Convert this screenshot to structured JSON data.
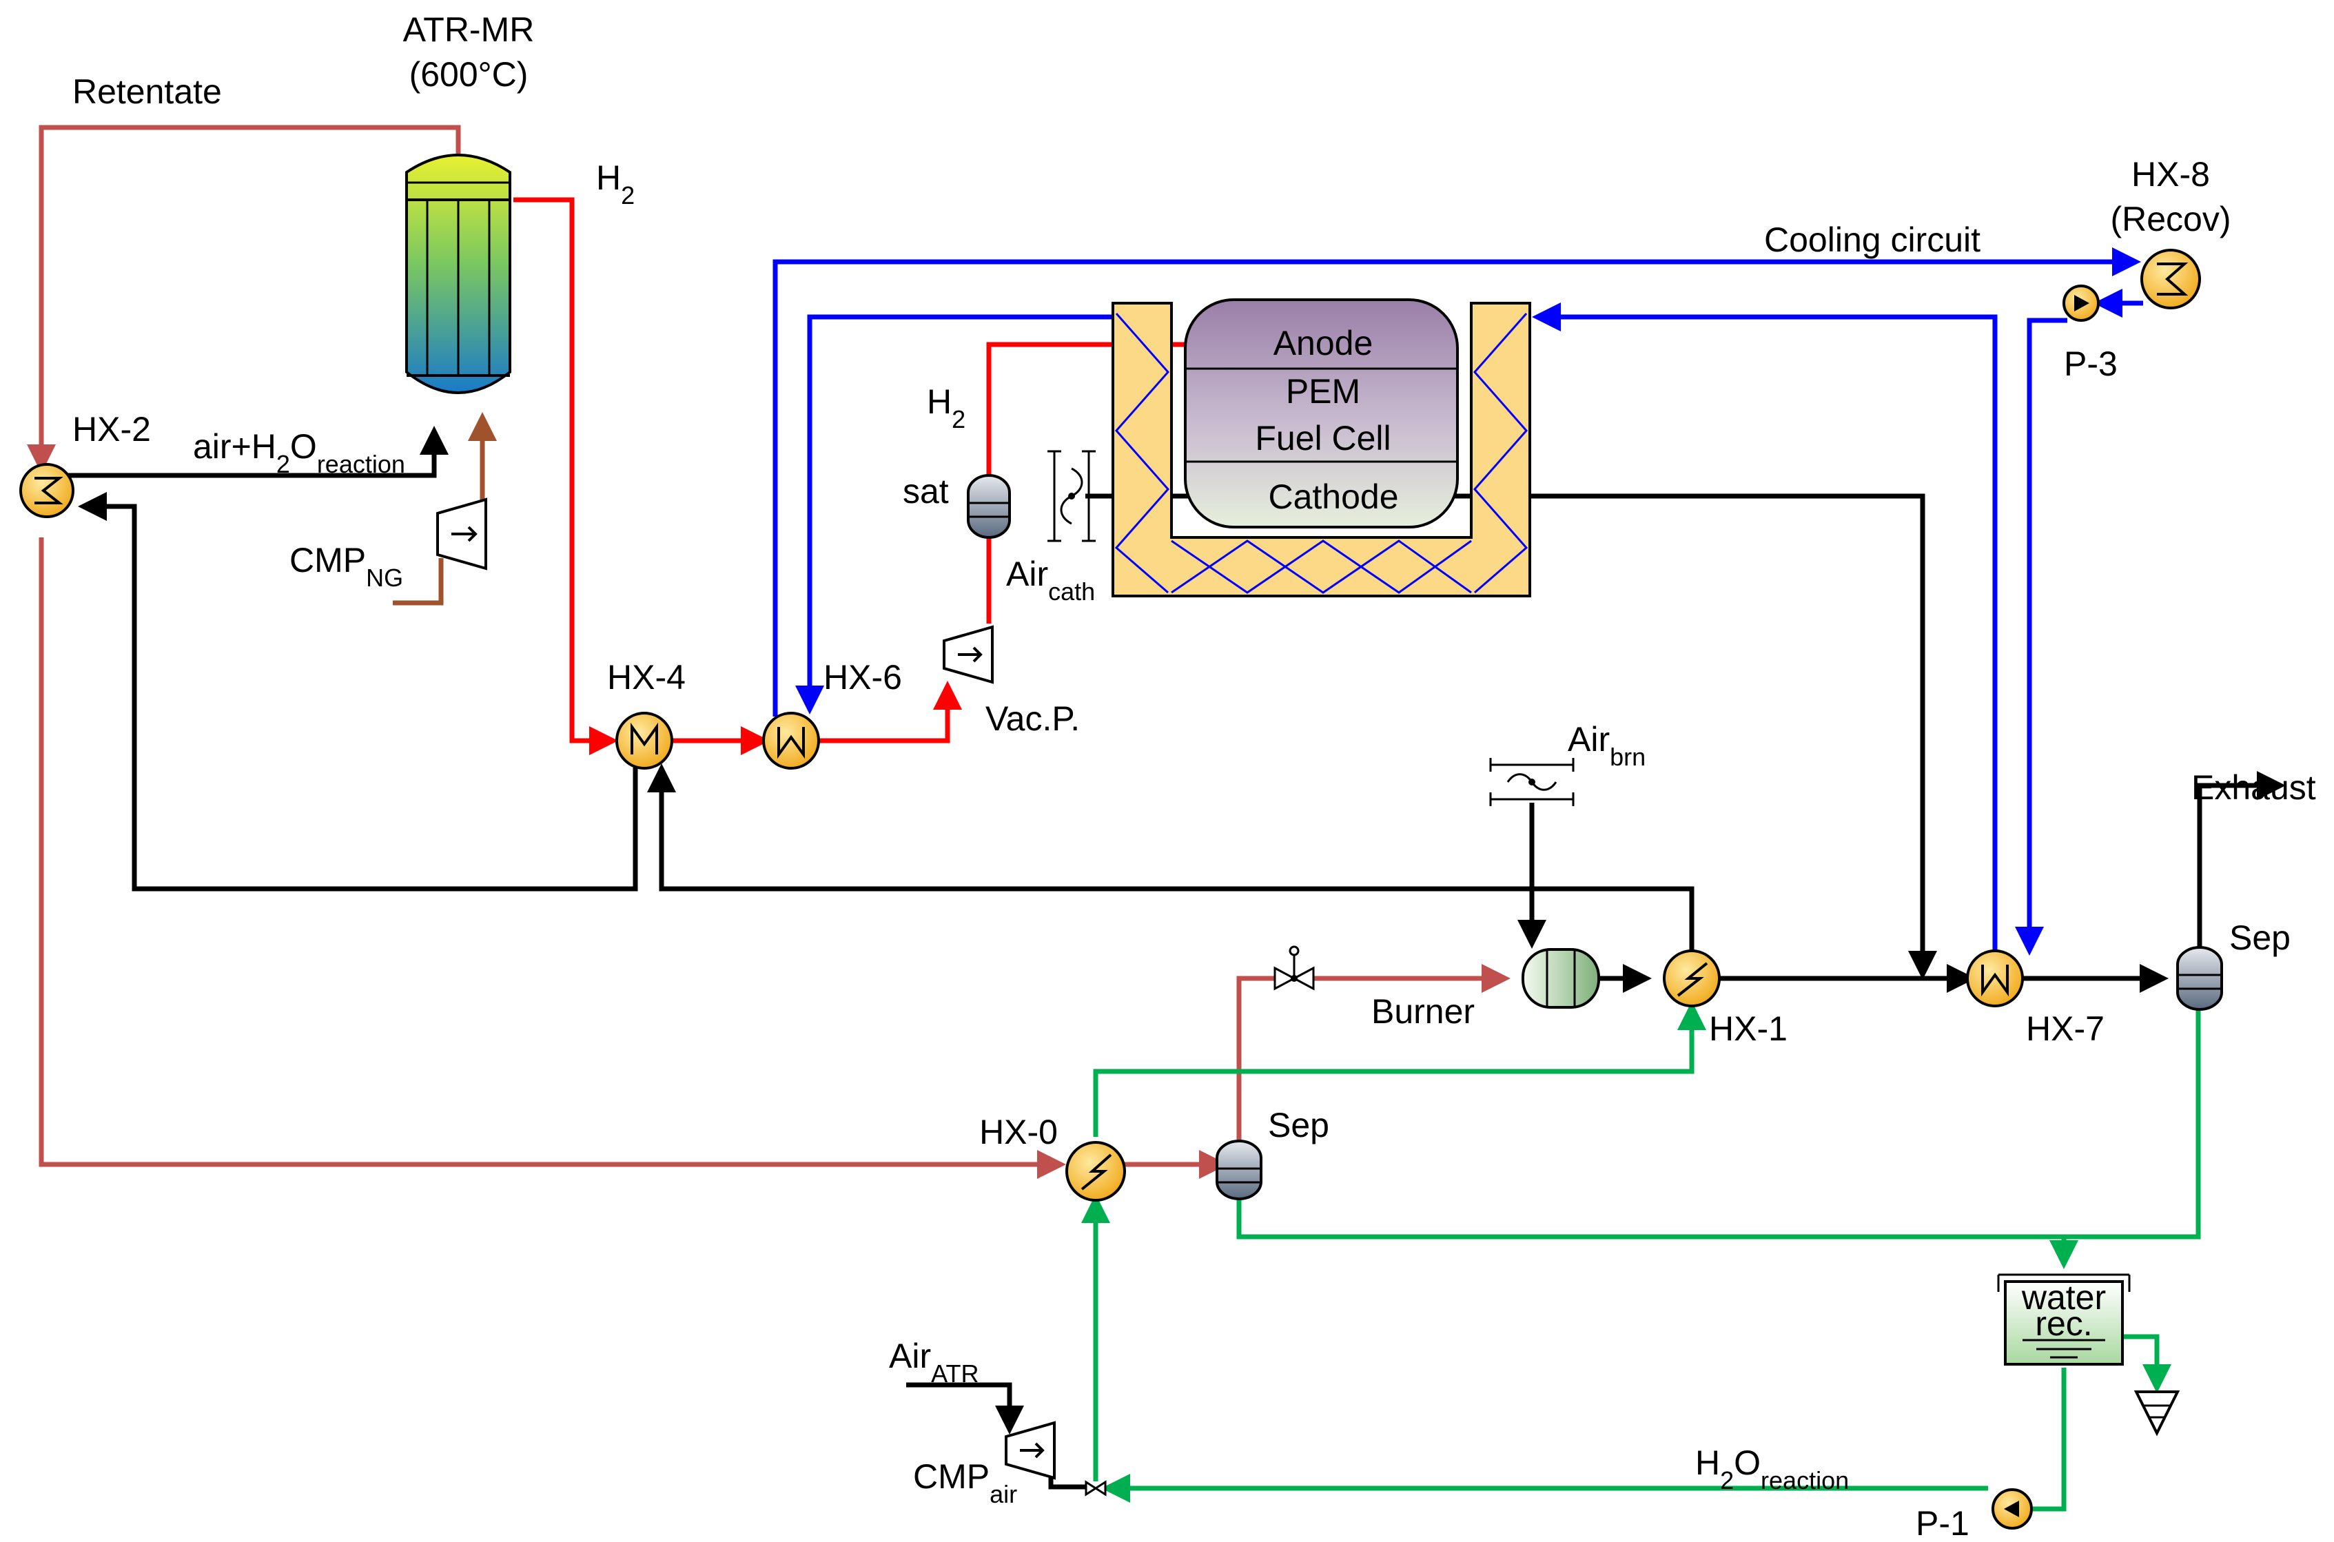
{
  "labels": {
    "retentate": "Retentate",
    "atr_mr": "ATR-MR",
    "atr_temp": "(600°C)",
    "h2_top": "H",
    "h2_top_sub": "2",
    "hx2": "HX-2",
    "air_h2o_main": "air+H",
    "air_h2o_sub": "2",
    "air_h2o_main2": "O",
    "air_h2o_sub2": "reaction",
    "cmp_ng": "CMP",
    "cmp_ng_sub": "NG",
    "cooling_circuit": "Cooling circuit",
    "hx8": "HX-8",
    "hx8_recov": "(Recov)",
    "p3": "P-3",
    "anode": "Anode",
    "pem": "PEM",
    "fuel_cell": "Fuel Cell",
    "cathode": "Cathode",
    "h2_mid": "H",
    "h2_mid_sub": "2",
    "sat": "sat",
    "air_cath": "Air",
    "air_cath_sub": "cath",
    "hx4": "HX-4",
    "hx6": "HX-6",
    "vac_p": "Vac.P.",
    "air_brn": "Air",
    "air_brn_sub": "brn",
    "exhaust": "Exhaust",
    "sep_right": "Sep",
    "burner": "Burner",
    "hx1": "HX-1",
    "hx7": "HX-7",
    "hx0": "HX-0",
    "sep_mid": "Sep",
    "water_rec_1": "water",
    "water_rec_2": "rec.",
    "air_atr": "Air",
    "air_atr_sub": "ATR",
    "cmp_air": "CMP",
    "cmp_air_sub": "air",
    "h2o_reaction": "H",
    "h2o_reaction_sub": "2",
    "h2o_reaction_main2": "O",
    "h2o_reaction_sub2": "reaction",
    "p1": "P-1"
  },
  "colors": {
    "black_stream": "#000000",
    "hydrogen_stream": "#ff0000",
    "retentate_stream": "#c0504d",
    "cooling_stream": "#0000ff",
    "water_stream": "#00b050",
    "natural_gas_stream": "#a0522d",
    "fuel_cell_casing": "#fcd987",
    "fuel_cell_core": "#a58bb0",
    "heat_exchanger": "#f6b530"
  }
}
